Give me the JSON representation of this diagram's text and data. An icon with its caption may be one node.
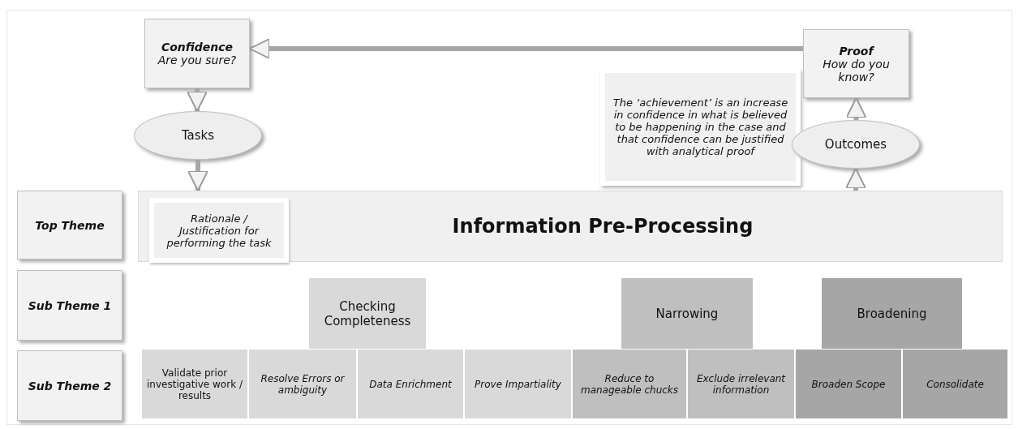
{
  "diagram": {
    "nodes": [
      {
        "text": [
          "Confidence",
          "Are you sure?"
        ]
      },
      {
        "text": [
          "Proof",
          "How do you know?"
        ]
      },
      {
        "text": [
          "Tasks"
        ]
      },
      {
        "text": [
          "The ‘achievement’ is an increase in confidence in what is believed to be happening in the case and that confidence can be justified with analytical proof"
        ]
      },
      {
        "text": [
          "Outcomes"
        ]
      },
      {
        "text": [
          "Top Theme"
        ]
      },
      {
        "text": [
          "Information Pre-Processing"
        ]
      },
      {
        "text": [
          "Rationale / Justification for performing the task"
        ],
        "in": 6
      },
      {
        "text": [
          "Sub Theme 1"
        ]
      },
      {
        "text": [
          "Checking Completeness"
        ]
      },
      {
        "text": [
          "Narrowing"
        ]
      },
      {
        "text": [
          "Broadening"
        ]
      },
      {
        "text": [
          "Sub Theme 2"
        ]
      },
      {
        "text": [
          "Validate prior investigative work / results"
        ]
      },
      {
        "text": [
          "Resolve Errors or ambiguity"
        ]
      },
      {
        "text": [
          "Data Enrichment"
        ]
      },
      {
        "text": [
          "Prove Impartiality"
        ]
      },
      {
        "text": [
          "Reduce to manageable chucks"
        ]
      },
      {
        "text": [
          "Exclude irrelevant information"
        ]
      },
      {
        "text": [
          "Broaden Scope"
        ]
      },
      {
        "text": [
          "Consolidate"
        ]
      }
    ],
    "edges": [
      {
        "from": 1,
        "to": 0,
        "arrow": "to"
      },
      {
        "from": 0,
        "to": 2,
        "arrow": "to"
      },
      {
        "from": 2,
        "to": 6,
        "arrow": "to"
      },
      {
        "from": 6,
        "to": 4,
        "arrow": "to"
      },
      {
        "from": 4,
        "to": 1,
        "arrow": "to"
      }
    ]
  }
}
